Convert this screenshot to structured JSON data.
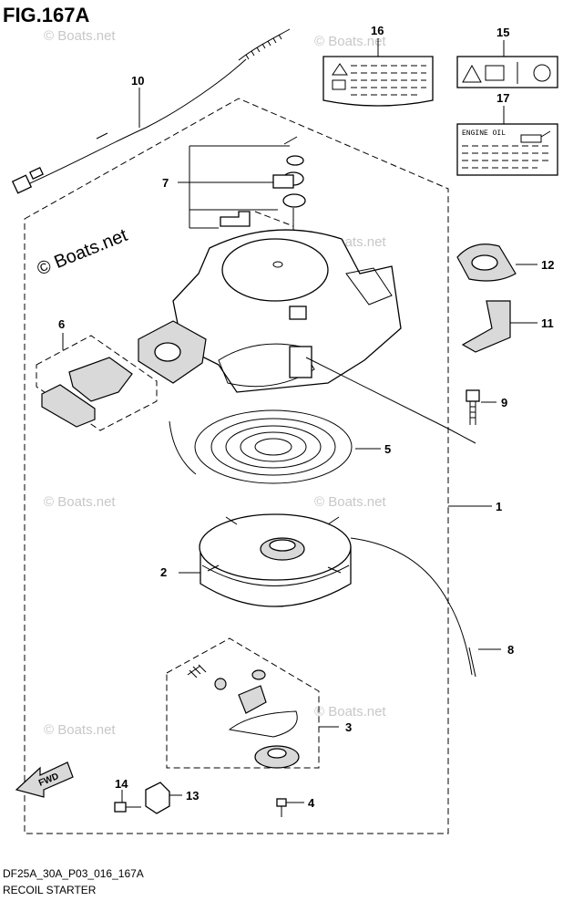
{
  "figure": {
    "title": "FIG.167A",
    "code": "DF25A_30A_P03_016_167A",
    "name": "RECOIL STARTER"
  },
  "watermark": {
    "main": "© Boats.net",
    "repeat": "© Boats.net"
  },
  "callouts": [
    "1",
    "2",
    "3",
    "4",
    "5",
    "6",
    "7",
    "8",
    "9",
    "10",
    "11",
    "12",
    "13",
    "14",
    "15",
    "16",
    "17"
  ],
  "decal_17": {
    "text": "ENGINE OIL"
  },
  "fwd_arrow": {
    "text": "FWD"
  }
}
